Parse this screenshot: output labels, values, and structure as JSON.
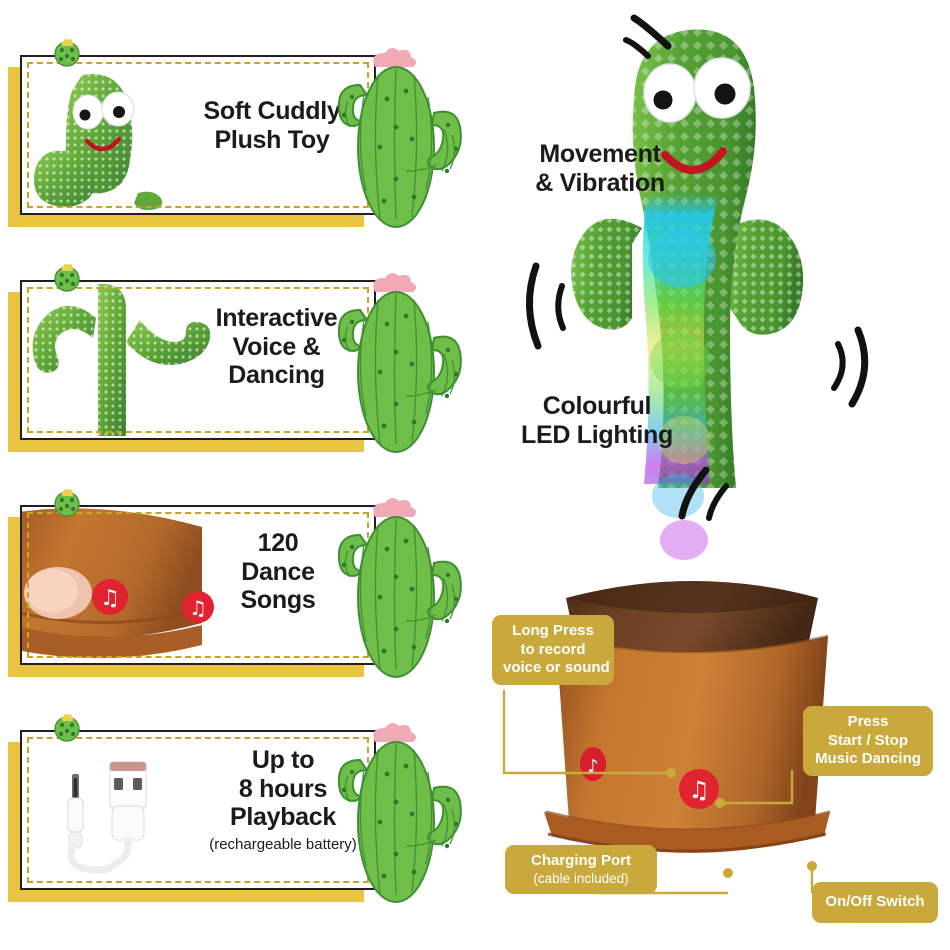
{
  "product": {
    "name": "Dancing Cactus Plush Toy",
    "colors": {
      "gold_slab": "#e9c53f",
      "dash_border": "#c9a227",
      "badge_fill": "#c9a93c",
      "leader_line": "#c9a93c",
      "card_border": "#231f20",
      "cactus_green": "#6fbe4a",
      "cactus_green_dark": "#3f8f33",
      "flower_pink": "#f0aab6",
      "pot_body": "#c2712f",
      "pot_rim": "#5e3a22",
      "button_red": "#e0232e",
      "text_dark": "#1b1b1b"
    }
  },
  "feature_panels": [
    {
      "id": "soft-cuddly-plush-toy",
      "lines": [
        "Soft Cuddly",
        "Plush Toy"
      ],
      "sub": "",
      "photo": "plush-cactus-body-photo",
      "photo_alt": "Green knitted plush cactus with googly eyes and red smile"
    },
    {
      "id": "interactive-voice-and-dancing",
      "lines": [
        "Interactive",
        "Voice &",
        "Dancing"
      ],
      "sub": "",
      "photo": "plush-cactus-arms-photo",
      "photo_alt": "Plush cactus with both arms raised, dancing"
    },
    {
      "id": "120-dance-songs",
      "lines": [
        "120",
        "Dance",
        "Songs"
      ],
      "sub": "",
      "photo": "pot-buttons-photo",
      "photo_alt": "Finger pressing red music-note buttons on brown plush pot"
    },
    {
      "id": "up-to-8-hours-playback",
      "lines": [
        "Up to",
        "8 hours",
        "Playback"
      ],
      "sub": "(rechargeable battery)",
      "photo": "usb-charging-cable-photo",
      "photo_alt": "White USB charging cable with DC barrel plug"
    }
  ],
  "hero": {
    "labels": [
      {
        "id": "movement-and-vibration",
        "lines": [
          "Movement",
          "& Vibration"
        ]
      },
      {
        "id": "colourful-led-lighting",
        "lines": [
          "Colourful",
          "LED Lighting"
        ]
      }
    ],
    "product_alt": "Dancing cactus plush toy in brown pot with colourful LED lighting"
  },
  "callouts": [
    {
      "id": "long-press-record",
      "lines": [
        "Long Press",
        "to record",
        "voice or sound"
      ],
      "sub": ""
    },
    {
      "id": "press-start-stop-music-dancing",
      "lines": [
        "Press",
        "Start / Stop",
        "Music Dancing"
      ],
      "sub": ""
    },
    {
      "id": "charging-port",
      "lines": [
        "Charging Port"
      ],
      "sub": "(cable included)"
    },
    {
      "id": "on-off-switch",
      "lines": [
        "On/Off Switch"
      ],
      "sub": ""
    }
  ]
}
